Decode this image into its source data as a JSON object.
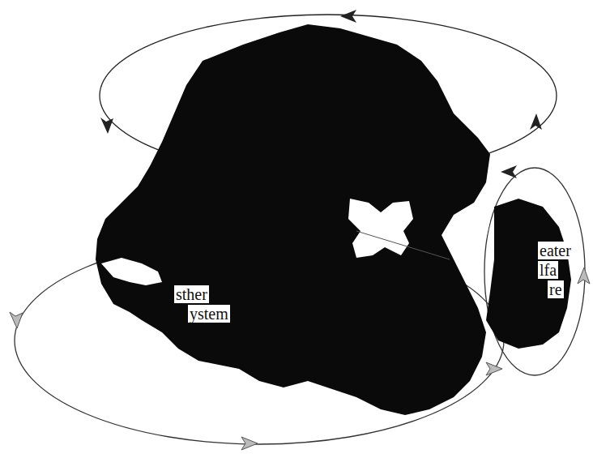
{
  "diagram": {
    "labels": [
      "eater",
      "lfa",
      "re",
      "sther",
      "ystem"
    ]
  }
}
